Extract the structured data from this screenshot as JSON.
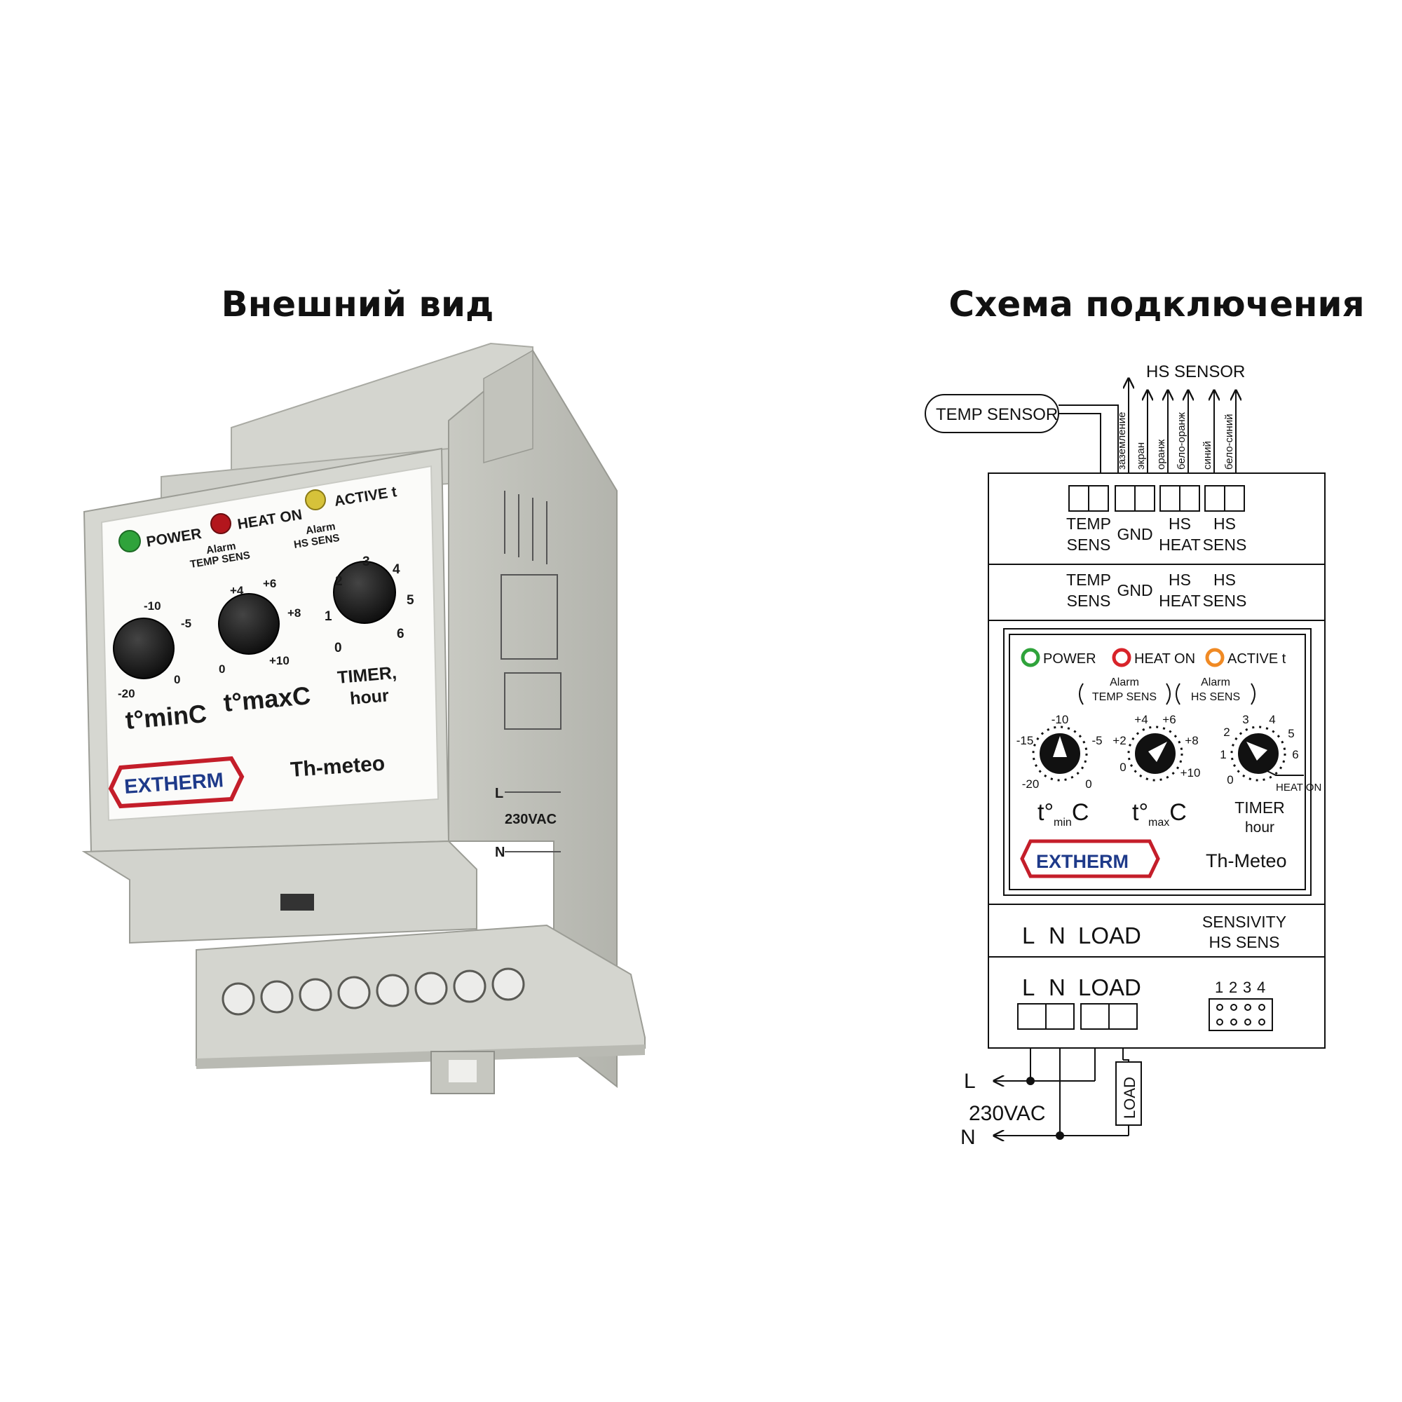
{
  "titles": {
    "left": "Внешний вид",
    "right": "Схема подключения"
  },
  "colors": {
    "led_power": "#2fa33b",
    "led_heat": "#d8232a",
    "led_active": "#f08a24",
    "logo": "#c41e2a",
    "logo_text": "#1e3a8a",
    "housing": "#d9dad4"
  },
  "device": {
    "leds": {
      "power": "POWER",
      "heat_on": "HEAT ON",
      "active": "ACTIVE t"
    },
    "alarms": {
      "temp_alarm": "Alarm",
      "temp_sens": "TEMP SENS",
      "hs_alarm": "Alarm",
      "hs_sens": "HS SENS"
    },
    "knob1": {
      "ticks": [
        "-20",
        "-10",
        "-5",
        "0"
      ],
      "label": "t°minC"
    },
    "knob2": {
      "ticks": [
        "0",
        "+4",
        "+6",
        "+8",
        "+10"
      ],
      "label": "t°maxC"
    },
    "knob3": {
      "ticks": [
        "0",
        "1",
        "2",
        "3",
        "4",
        "5",
        "6"
      ],
      "label1": "TIMER,",
      "label2": "hour"
    },
    "logo": "EXTHERM",
    "model": "Th-meteo",
    "side": {
      "l": "L",
      "n": "N",
      "v": "230VAC"
    }
  },
  "schematic": {
    "temp_sensor": "TEMP SENSOR",
    "hs_sensor": "HS SENSOR",
    "wires": [
      "заземление",
      "экран",
      "оранж",
      "бело-оранж",
      "синий",
      "бело-синий"
    ],
    "top_terms": {
      "temp1": "TEMP",
      "temp2": "SENS",
      "gnd": "GND",
      "hsheat1": "HS",
      "hsheat2": "HEAT",
      "hssens1": "HS",
      "hssens2": "SENS"
    },
    "panel": {
      "power": "POWER",
      "heat_on": "HEAT ON",
      "active": "ACTIVE t",
      "alarm1": "Alarm",
      "alarm1_sub": "TEMP SENS",
      "alarm2": "Alarm",
      "alarm2_sub": "HS SENS",
      "k1": [
        "-10",
        "-15",
        "-5",
        "-20",
        "0"
      ],
      "k2": [
        "+4",
        "+6",
        "+2",
        "+8",
        "0",
        "+10"
      ],
      "k3": [
        "3",
        "4",
        "2",
        "5",
        "1",
        "6",
        "0"
      ],
      "heat_on_mark": "HEAT ON",
      "tmin_t": "t°",
      "tmin_sub": "min",
      "tmin_c": "C",
      "tmax_t": "t°",
      "tmax_sub": "max",
      "tmax_c": "C",
      "timer": "TIMER",
      "hour": "hour",
      "logo": "EXTHERM",
      "model": "Th-Meteo"
    },
    "bottom_labels": {
      "l": "L",
      "n": "N",
      "load": "LOAD",
      "sensivity": "SENSIVITY",
      "hs_sens": "HS SENS",
      "dip": [
        "1",
        "2",
        "3",
        "4"
      ]
    },
    "mains": {
      "l": "L",
      "n": "N",
      "v": "230VAC",
      "load": "LOAD"
    }
  }
}
